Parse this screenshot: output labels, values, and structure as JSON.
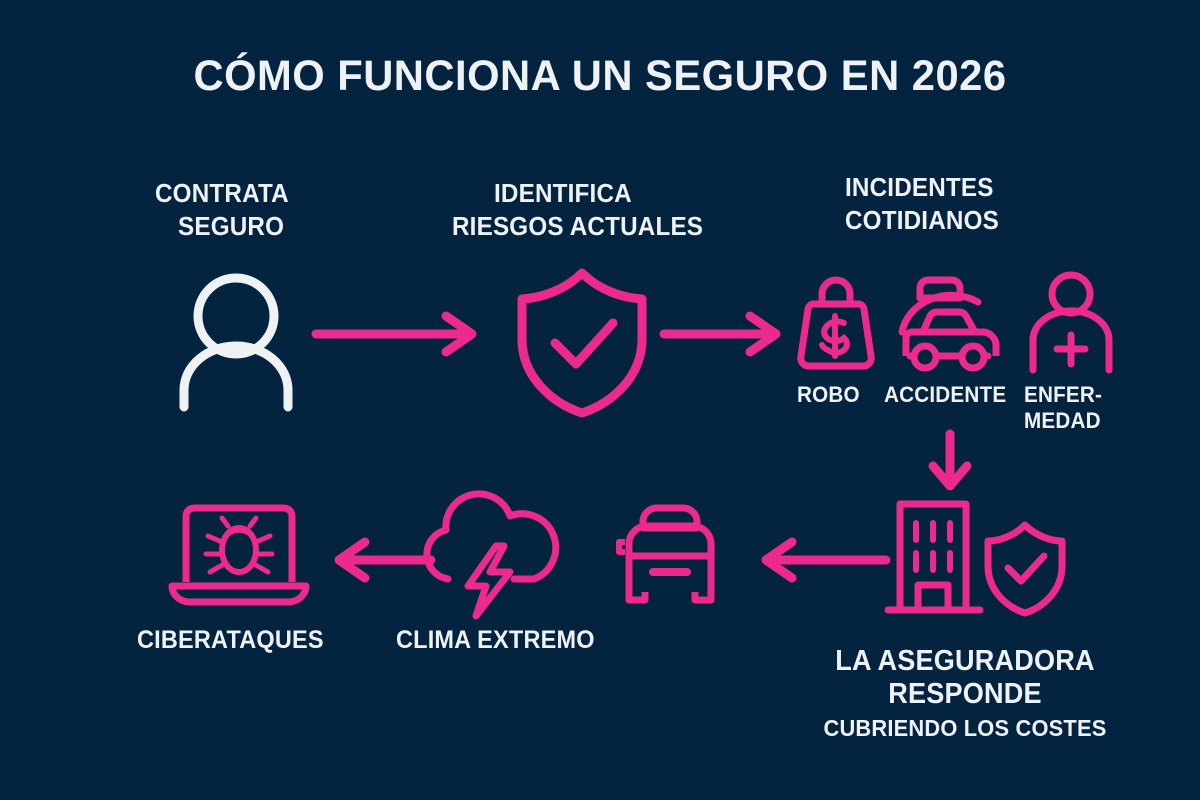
{
  "page": {
    "title": "CÓMO FUNCIONA UN SEGURO EN 2026",
    "background_color": "#04233f",
    "accent_color": "#ec2a8c",
    "text_color": "#eef2f5"
  },
  "steps": {
    "step1": {
      "line1": "CONTRATA",
      "line2": "SEGURO",
      "icon": "person-icon"
    },
    "step2": {
      "line1": "IDENTIFICA",
      "line2": "RIESGOS ACTUALES",
      "icon": "shield-check-icon"
    },
    "step3": {
      "line1": "INCIDENTES",
      "line2": "COTIDIANOS"
    }
  },
  "incidents": [
    {
      "label": "ROBO",
      "icon": "money-bag-icon"
    },
    {
      "label": "ACCIDENTE",
      "icon": "car-crash-icon"
    },
    {
      "label_line1": "ENFER-",
      "label_line2": "MEDAD",
      "icon": "sick-person-icon"
    }
  ],
  "insurer": {
    "line1": "LA ASEGURADORA",
    "line2": "RESPONDE",
    "sub": "CUBRIENDO LOS COSTES",
    "icons": [
      "building-icon",
      "shield-check-icon"
    ]
  },
  "bottom_row": [
    {
      "label": "CIBERATAQUES",
      "icon": "laptop-bug-icon"
    },
    {
      "label": "CLIMA EXTREMO",
      "icon": "storm-cloud-icon"
    },
    {
      "label": "",
      "icon": "car-front-icon"
    }
  ],
  "arrows": [
    {
      "name": "arrow-person-to-shield",
      "direction": "right"
    },
    {
      "name": "arrow-shield-to-incidents",
      "direction": "right"
    },
    {
      "name": "arrow-incidents-to-insurer",
      "direction": "down"
    },
    {
      "name": "arrow-insurer-to-car",
      "direction": "left"
    },
    {
      "name": "arrow-storm-to-laptop",
      "direction": "left"
    }
  ]
}
